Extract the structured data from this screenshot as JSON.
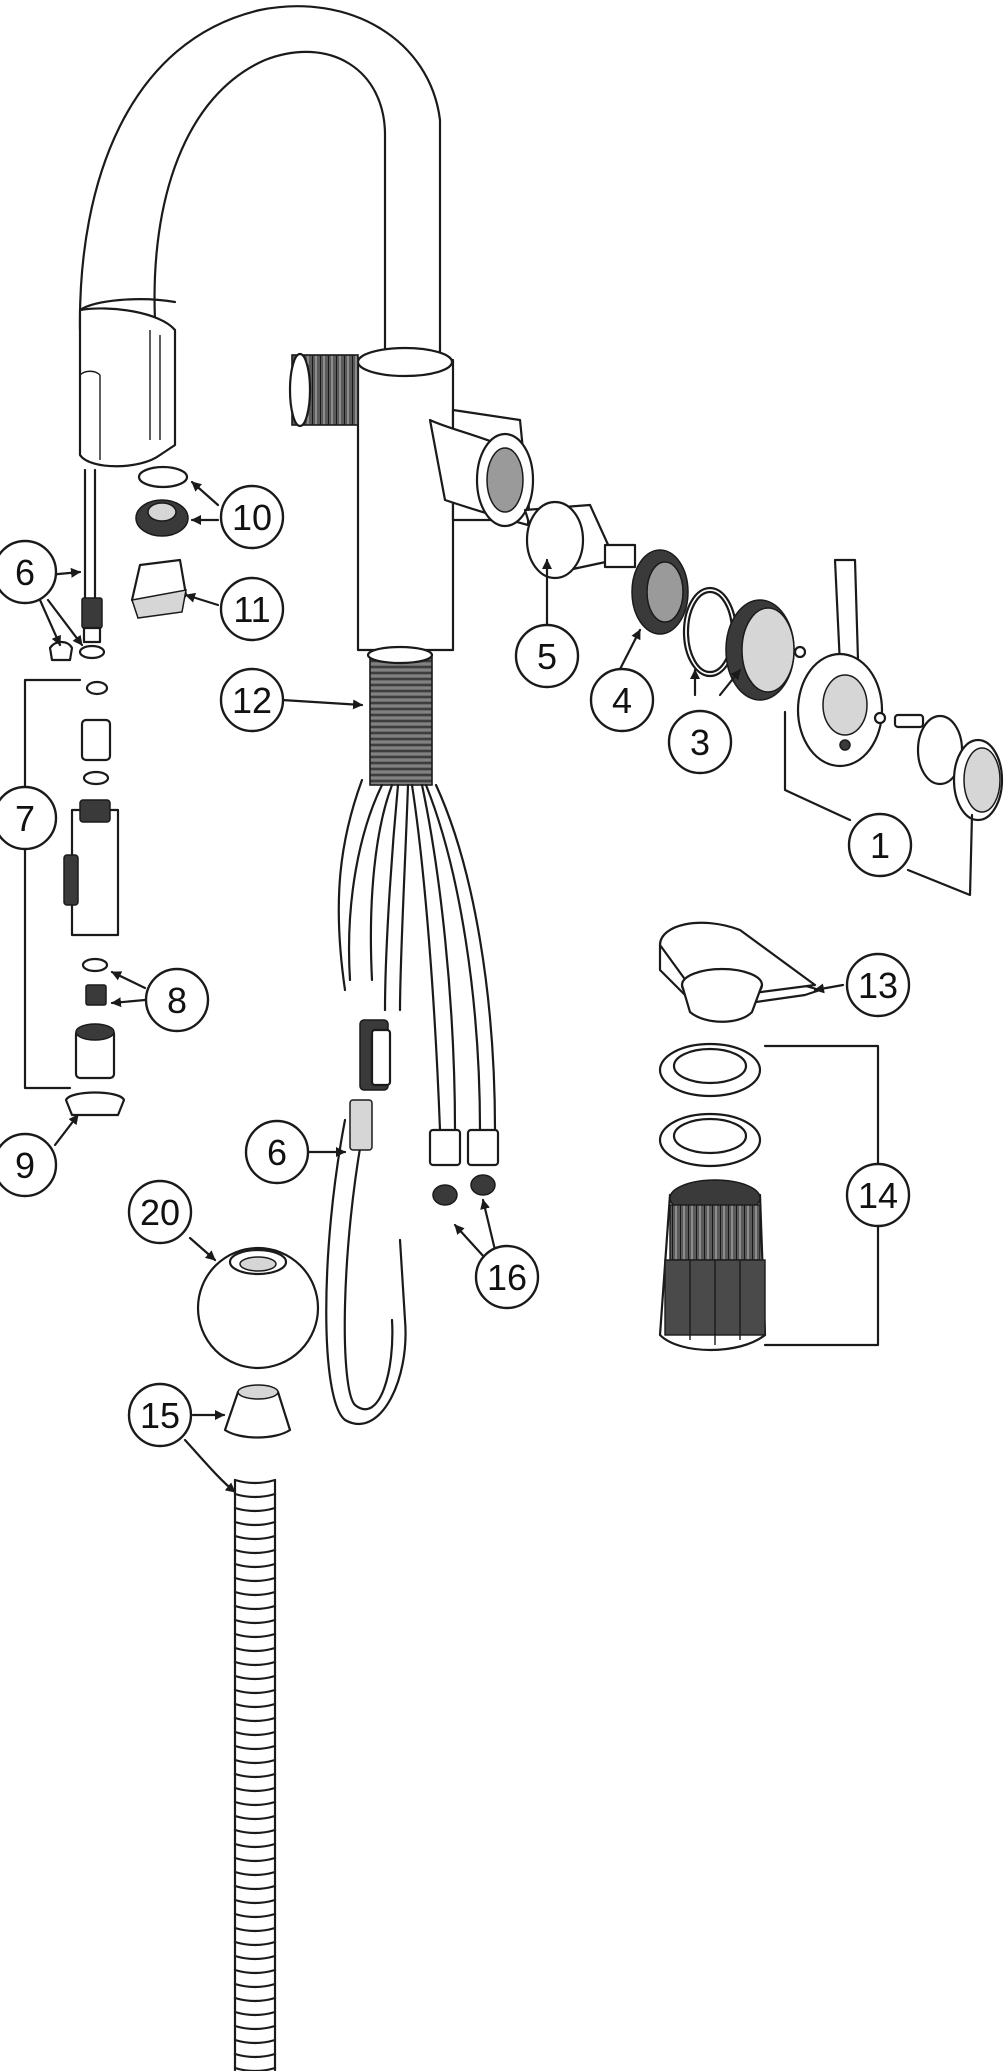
{
  "diagram": {
    "type": "exploded-parts-diagram",
    "callouts": [
      "1",
      "3",
      "4",
      "5",
      "6",
      "6",
      "7",
      "8",
      "9",
      "10",
      "11",
      "12",
      "13",
      "14",
      "15",
      "16",
      "20"
    ]
  }
}
